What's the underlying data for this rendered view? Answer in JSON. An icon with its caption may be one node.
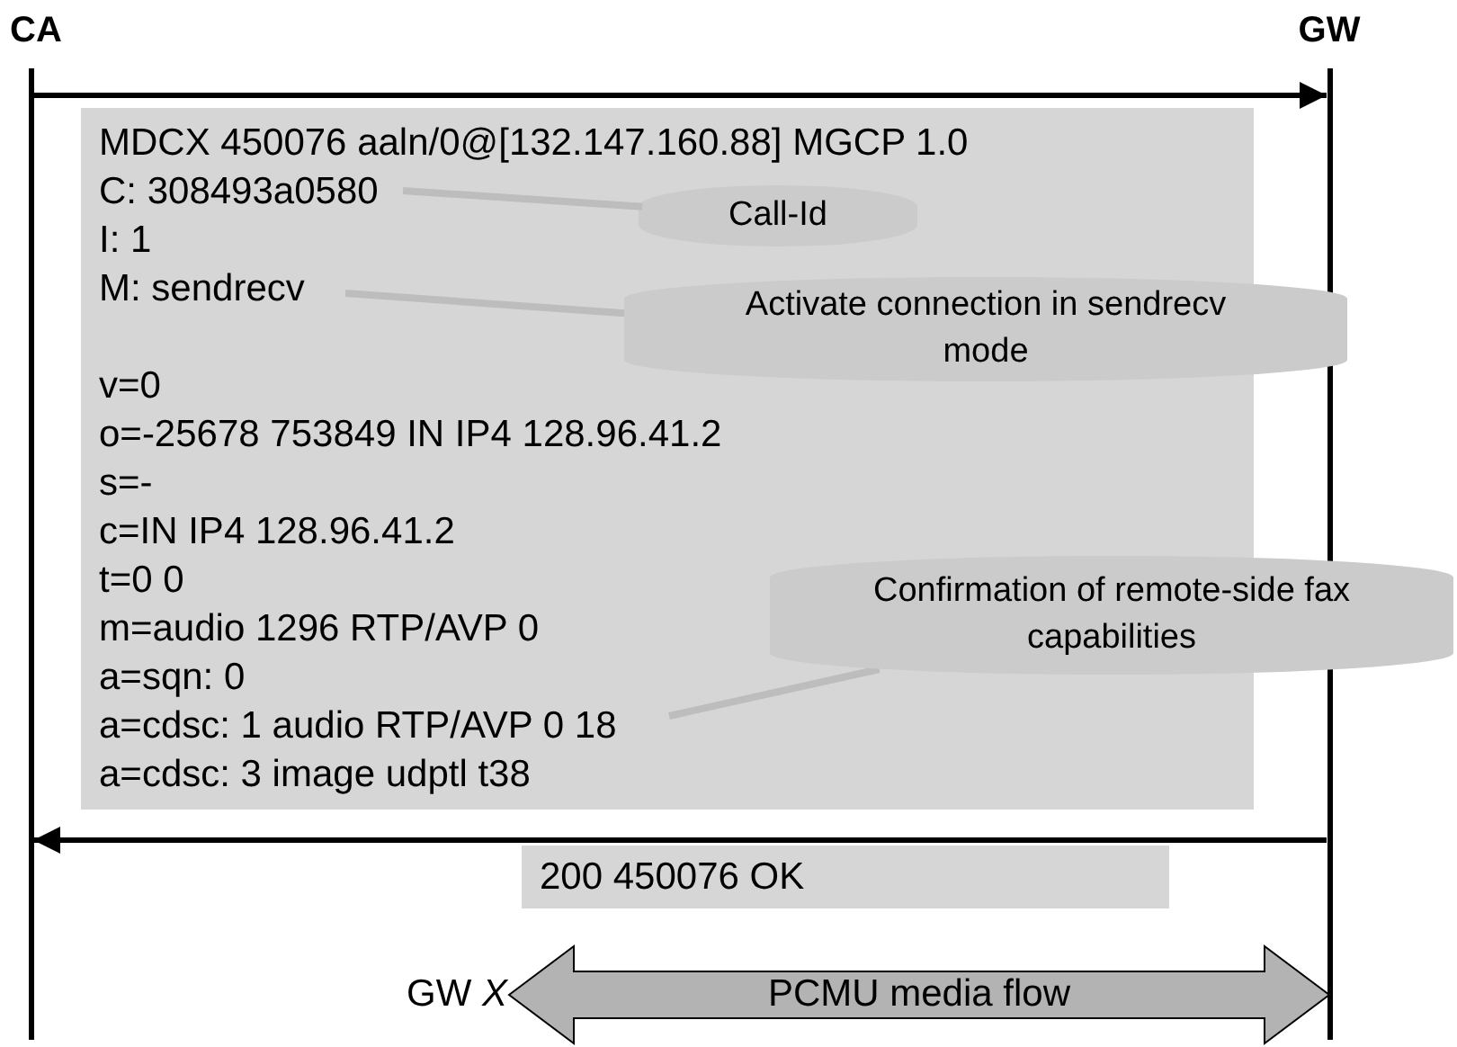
{
  "diagram": {
    "nodes": [
      {
        "text": [
          "CA"
        ]
      },
      {
        "text": [
          "GW"
        ]
      },
      {
        "text": [
          "MDCX 450076 aaln/0@[132.147.160.88] MGCP 1.0",
          "C: 308493a0580",
          "I: 1",
          "M: sendrecv",
          "v=0",
          "o=-25678 753849 IN IP4 128.96.41.2",
          "s=-",
          "c=IN IP4 128.96.41.2",
          "t=0 0",
          "m=audio 1296 RTP/AVP 0",
          "a=sqn: 0",
          "a=cdsc: 1 audio RTP/AVP 0 18",
          "a=cdsc: 3 image udptl t38"
        ]
      },
      {
        "text": [
          "Call-Id"
        ],
        "in": 2
      },
      {
        "text": [
          "Activate connection in sendrecv mode"
        ]
      },
      {
        "text": [
          "Confirmation of remote-side fax capabilities"
        ]
      },
      {
        "text": [
          "200 450076 OK"
        ]
      },
      {
        "text": [
          "GW *X*"
        ]
      }
    ],
    "edges": [
      {
        "from": 0,
        "to": 1,
        "arrow": "to",
        "color": "#000000"
      },
      {
        "from": 1,
        "to": 0,
        "arrow": "to",
        "color": "#000000"
      },
      {
        "from": 3,
        "to": null,
        "arrow": "none"
      },
      {
        "from": 4,
        "to": null,
        "arrow": "none"
      },
      {
        "from": 5,
        "to": null,
        "arrow": "none"
      },
      {
        "from": 7,
        "to": 1,
        "arrow": "both",
        "label": "PCMU media flow",
        "style": "thick"
      }
    ]
  }
}
